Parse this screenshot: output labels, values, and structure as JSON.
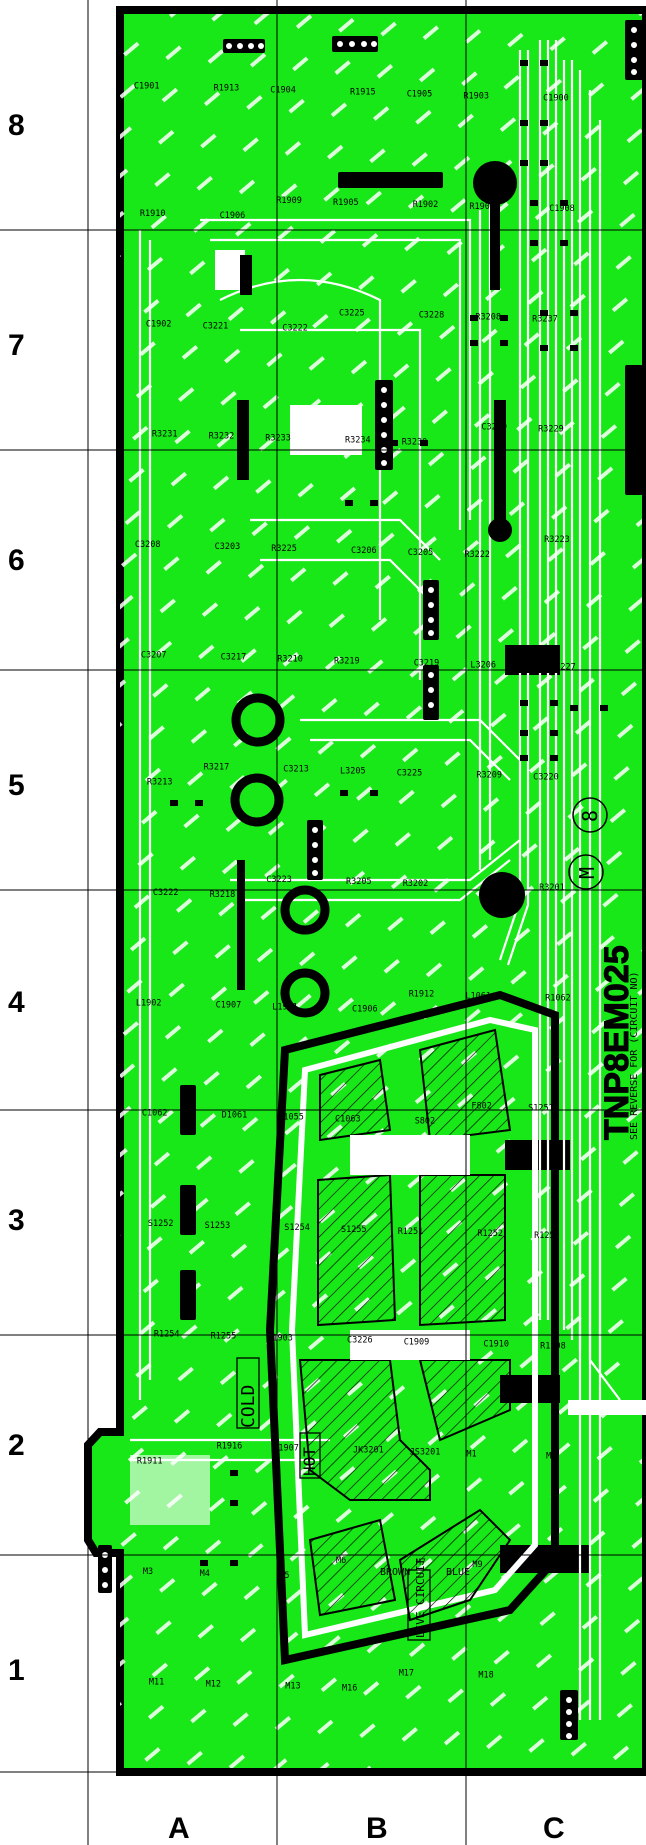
{
  "row_labels": [
    "8",
    "7",
    "6",
    "5",
    "4",
    "3",
    "2",
    "1"
  ],
  "col_labels": [
    "A",
    "B",
    "C"
  ],
  "colors": {
    "board": "#18e818",
    "trace": "#ffffff",
    "outline": "#000000",
    "grid": "#000000"
  },
  "board_notes": {
    "part_number": "TNP8EM025",
    "reverse_note": "SEE REVERSE FOR (CIRCUIT NO)",
    "cold": "COLD",
    "hot": "HOT",
    "live_circuit": "LIVE CIRCUIT",
    "brown": "BROWN",
    "blue": "BLUE"
  },
  "components": [
    "C1901",
    "R1913",
    "C1904",
    "R1915",
    "C1905",
    "R1903",
    "C1900",
    "R1910",
    "C1906",
    "R1909",
    "R1905",
    "R1902",
    "R1904",
    "C1908",
    "C1902",
    "C3221",
    "C3222",
    "C3225",
    "C3228",
    "R3208",
    "R3237",
    "R3231",
    "R3232",
    "R3233",
    "R3234",
    "R3230",
    "C3209",
    "R3229",
    "C3208",
    "C3203",
    "R3225",
    "C3206",
    "C3205",
    "R3222",
    "R3223",
    "C3207",
    "C3217",
    "R3210",
    "R3219",
    "C3219",
    "L3206",
    "C3227",
    "R3213",
    "R3217",
    "C3213",
    "L3205",
    "C3225",
    "R3209",
    "C3220",
    "C3222",
    "R3218",
    "C3223",
    "R3205",
    "R3202",
    "R3204",
    "R3201",
    "L1902",
    "C1907",
    "L1901",
    "C1906",
    "R1912",
    "L1061",
    "R1062",
    "C1062",
    "D1061",
    "D1055",
    "C1063",
    "S802",
    "F802",
    "S1251",
    "S1252",
    "S1253",
    "S1254",
    "S1255",
    "R1251",
    "R1252",
    "R1253",
    "R1254",
    "R1255",
    "L1903",
    "C3226",
    "C1909",
    "C1910",
    "R1908",
    "R1911",
    "R1916",
    "R1907",
    "JK3201",
    "JS3201",
    "M1",
    "M2",
    "M3",
    "M4",
    "M5",
    "M6",
    "M7",
    "M9",
    "M10",
    "M11",
    "M12",
    "M13",
    "M16",
    "M17",
    "M18"
  ]
}
